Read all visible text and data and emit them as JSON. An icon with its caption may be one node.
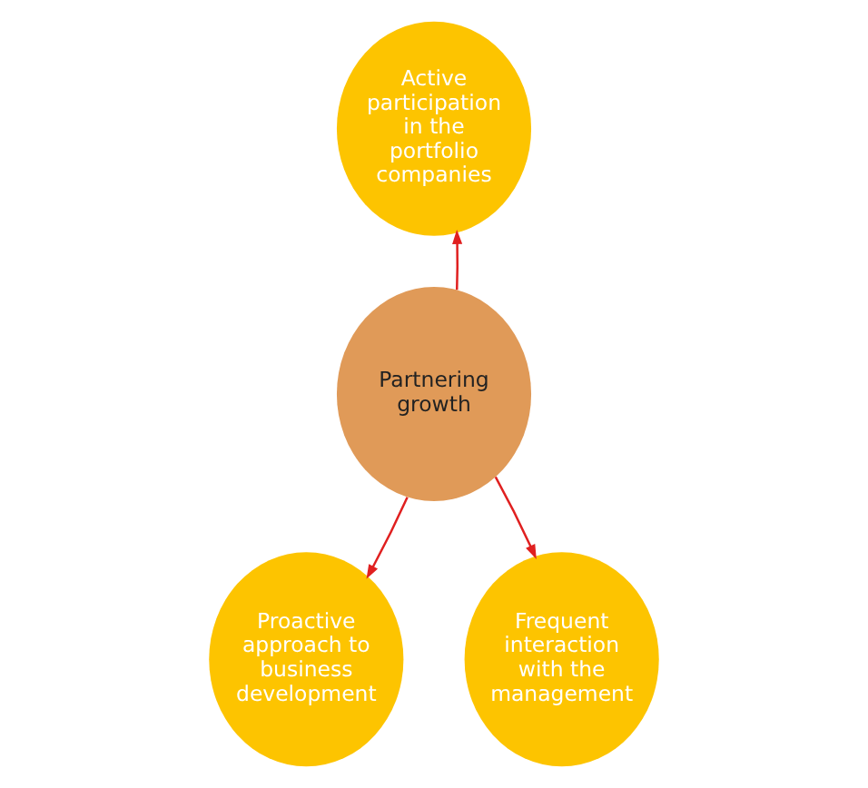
{
  "diagram": {
    "nodes": [
      {
        "text": [
          "Active participation in the portfolio companies"
        ]
      },
      {
        "text": [
          "Partnering growth"
        ]
      },
      {
        "text": [
          "Proactive approach to business development"
        ]
      },
      {
        "text": [
          "Frequent interaction with the management"
        ]
      }
    ],
    "edges": [
      {
        "from": 1,
        "to": 0,
        "arrow": "to"
      },
      {
        "from": 1,
        "to": 2,
        "arrow": "to"
      },
      {
        "from": 1,
        "to": 3,
        "arrow": "to"
      }
    ]
  }
}
